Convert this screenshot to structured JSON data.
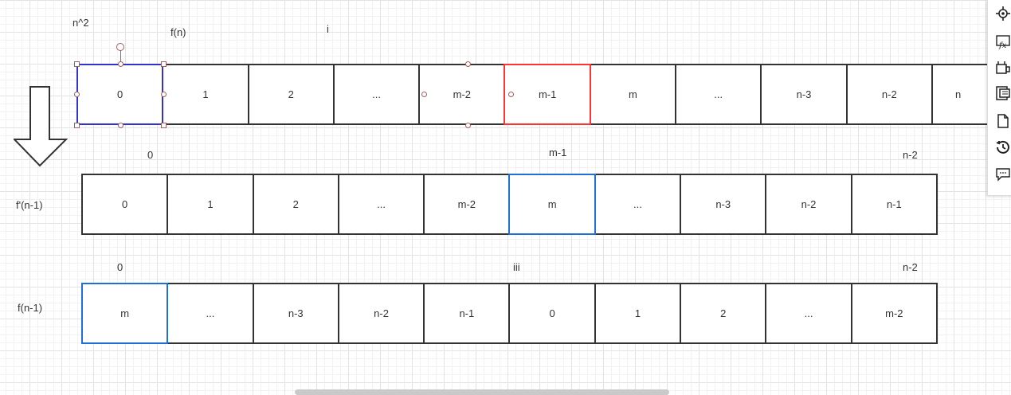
{
  "labels": {
    "n_sq": "n^2",
    "f_n": "f(n)",
    "i": "i",
    "row2_left_idx": "0",
    "row2_mid_idx": "m-1",
    "row2_right_idx": "n-2",
    "f_prime": "f'(n-1)",
    "row3_left_idx": "0",
    "row3_mid_idx": "iii",
    "row3_right_idx": "n-2",
    "f_n1": "f(n-1)"
  },
  "row1": [
    "0",
    "1",
    "2",
    "...",
    "m-2",
    "m-1",
    "m",
    "...",
    "n-3",
    "n-2",
    "n"
  ],
  "row2": [
    "0",
    "1",
    "2",
    "...",
    "m-2",
    "m",
    "...",
    "n-3",
    "n-2",
    "n-1"
  ],
  "row3": [
    "m",
    "...",
    "n-3",
    "n-2",
    "n-1",
    "0",
    "1",
    "2",
    "...",
    "m-2"
  ],
  "toolbar": [
    "navigate-icon",
    "formula-icon",
    "shape-icon",
    "format-icon",
    "page-icon",
    "history-icon",
    "comment-icon"
  ],
  "colors": {
    "selected_blue": "#1f6fd6",
    "selected_purple": "#3333cc",
    "selected_red": "#ff3333"
  }
}
